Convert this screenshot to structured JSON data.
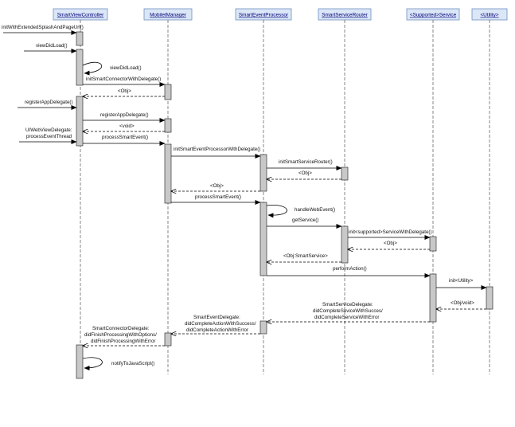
{
  "participants": [
    {
      "id": "svc",
      "label": "SmartViewController"
    },
    {
      "id": "mm",
      "label": "MobiletManager"
    },
    {
      "id": "sep",
      "label": "SmartEventProcessor"
    },
    {
      "id": "ssr",
      "label": "SmartServiceRouter"
    },
    {
      "id": "sup",
      "label": "<Supported>Service"
    },
    {
      "id": "util",
      "label": "<Utility>"
    }
  ],
  "messages": [
    {
      "label": "initWithExtendedSplashAndPageUrl()",
      "type": "call"
    },
    {
      "label": "viewDidLoad()",
      "type": "call"
    },
    {
      "label": "viewDidLoad()",
      "type": "self"
    },
    {
      "label": "initSmartConnectorWithDelegate()",
      "type": "call"
    },
    {
      "label": "<Obj>",
      "type": "return"
    },
    {
      "label": "registerAppDelegate()",
      "type": "call"
    },
    {
      "label": "registerAppDelegate()",
      "type": "call"
    },
    {
      "label": "<void>",
      "type": "return"
    },
    {
      "label": "UIWebViewDelegate:",
      "type": "note"
    },
    {
      "label": "processEventThread",
      "type": "note"
    },
    {
      "label": "processSmartEvent()",
      "type": "call"
    },
    {
      "label": "initSmartEventProcessorWithDelegate()",
      "type": "call"
    },
    {
      "label": "initSmartServiceRouter()",
      "type": "call"
    },
    {
      "label": "<Obj>",
      "type": "return"
    },
    {
      "label": "<Obj>",
      "type": "return"
    },
    {
      "label": "processSmartEvent()",
      "type": "call"
    },
    {
      "label": "handleWebEvent()",
      "type": "self"
    },
    {
      "label": "getService()",
      "type": "call"
    },
    {
      "label": "init<supported>ServiceWithDelegate()",
      "type": "call"
    },
    {
      "label": "<Obj>",
      "type": "return"
    },
    {
      "label": "<Obj:SmartService>",
      "type": "return"
    },
    {
      "label": "performAction()",
      "type": "call"
    },
    {
      "label": "init<Utility>",
      "type": "call"
    },
    {
      "label": "<Obj/void>",
      "type": "return"
    },
    {
      "label": "SmartServiceDelegate:",
      "type": "return"
    },
    {
      "label": "didCompleteSeviceWithSucces/",
      "type": "return"
    },
    {
      "label": "didCompleteServiceWithError",
      "type": "return"
    },
    {
      "label": "SmartEventDelegate:",
      "type": "return"
    },
    {
      "label": "didCompleteActionWithSuccess/",
      "type": "return"
    },
    {
      "label": "didCompleteActionWithError",
      "type": "return"
    },
    {
      "label": "SmartConnectorDelegate:",
      "type": "return"
    },
    {
      "label": "didFinishProcessingWithOptions/",
      "type": "return"
    },
    {
      "label": "didFinishProcessingWithError",
      "type": "return"
    },
    {
      "label": "notifyToJavaScript()",
      "type": "self"
    }
  ]
}
